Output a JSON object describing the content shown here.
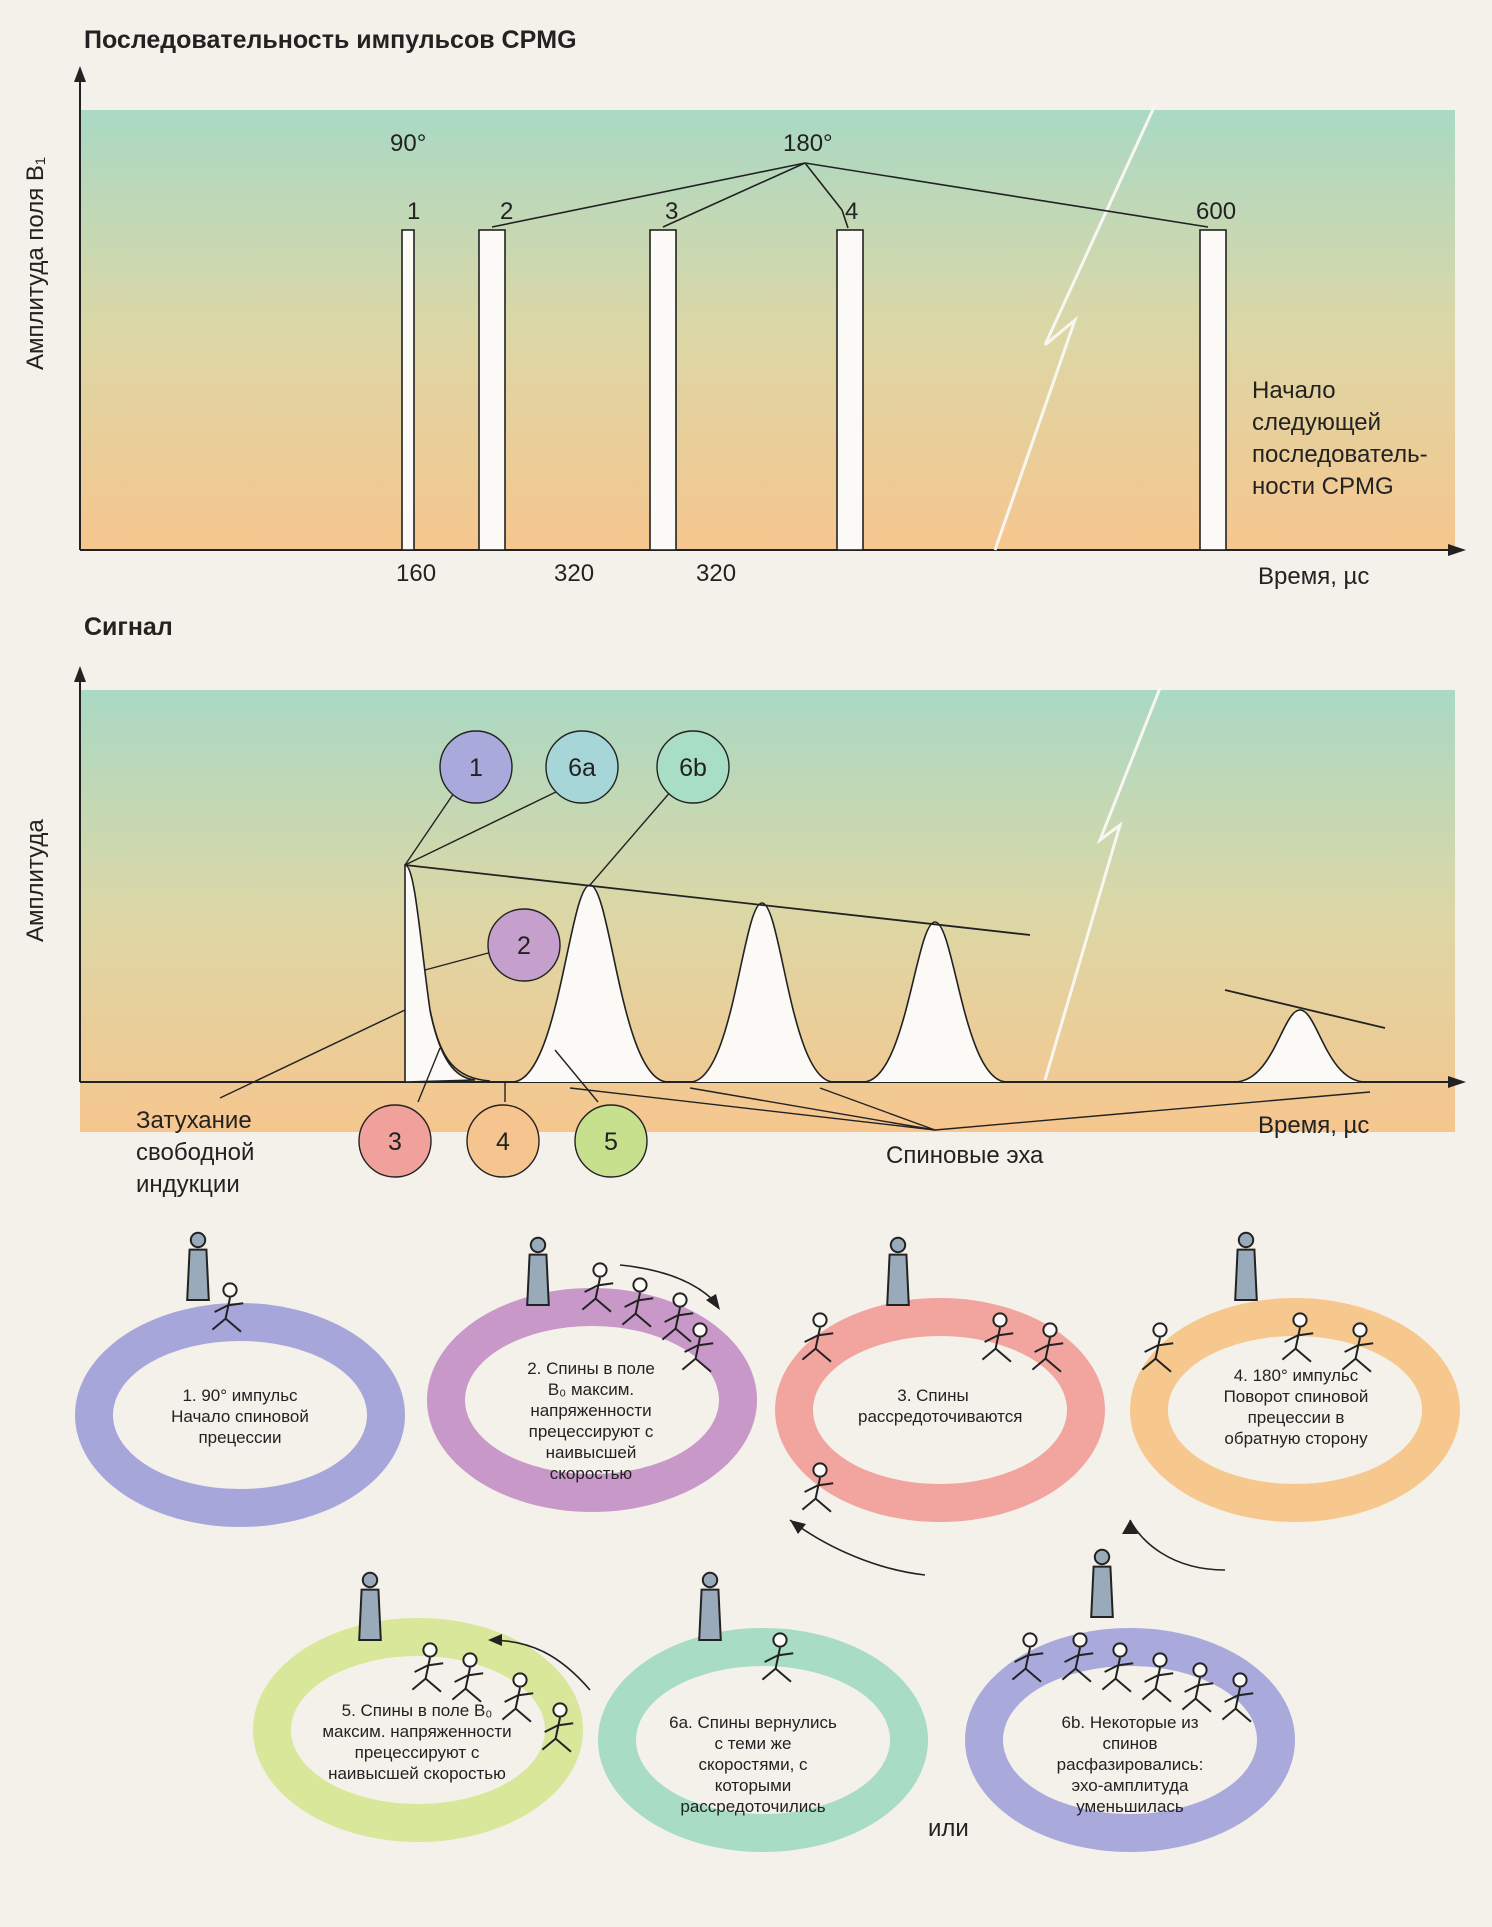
{
  "top_chart": {
    "title": "Последовательность импульсов CPMG",
    "ylabel": "Амплитуда поля B₁",
    "xlabel": "Время, µс",
    "label_90": "90°",
    "label_180": "180°",
    "pulses": [
      {
        "label": "1",
        "kind": "90"
      },
      {
        "label": "2",
        "kind": "180"
      },
      {
        "label": "3",
        "kind": "180"
      },
      {
        "label": "4",
        "kind": "180"
      },
      {
        "label": "600",
        "kind": "180"
      }
    ],
    "intervals": [
      "160",
      "320",
      "320"
    ],
    "note": "Начало следующей последователь- ности CPMG"
  },
  "bottom_chart": {
    "title": "Сигнал",
    "ylabel": "Амплитуда",
    "xlabel": "Время, µс",
    "fid_label": "Затухание свободной индукции",
    "echo_label": "Спиновые эха",
    "markers": [
      {
        "id": "1",
        "color": "#a9a9dc"
      },
      {
        "id": "6a",
        "color": "#a6d6d8"
      },
      {
        "id": "6b",
        "color": "#a8ddc6"
      },
      {
        "id": "2",
        "color": "#c6a0cc"
      },
      {
        "id": "3",
        "color": "#f0a19c"
      },
      {
        "id": "4",
        "color": "#f6c48e"
      },
      {
        "id": "5",
        "color": "#c6e08e"
      }
    ]
  },
  "rings": [
    {
      "text": "1.   90° импульс Начало спиновой прецессии",
      "color": "#a7a6da"
    },
    {
      "text": "2. Спины в поле B₀ максим. напряженности прецессируют с наивысшей скоростью",
      "color": "#c899c8"
    },
    {
      "text": "3. Спины рассредоточиваются",
      "color": "#f2a59f"
    },
    {
      "text": "4. 180° импульс Поворот спиновой прецессии в обратную сторону",
      "color": "#f6c88e"
    },
    {
      "text": "5. Спины в поле B₀ максим. напряженности прецессируют с наивысшей скоростью",
      "color": "#d8e79a"
    },
    {
      "text": "6a. Спины вернулись с теми же скоростями, с которыми рассредоточились",
      "color": "#a8dcc4"
    },
    {
      "text": "6b. Некоторые из спинов расфазировались: эхо-амплитуда уменьшилась",
      "color": "#a9a9dc"
    }
  ],
  "or_label": "или"
}
